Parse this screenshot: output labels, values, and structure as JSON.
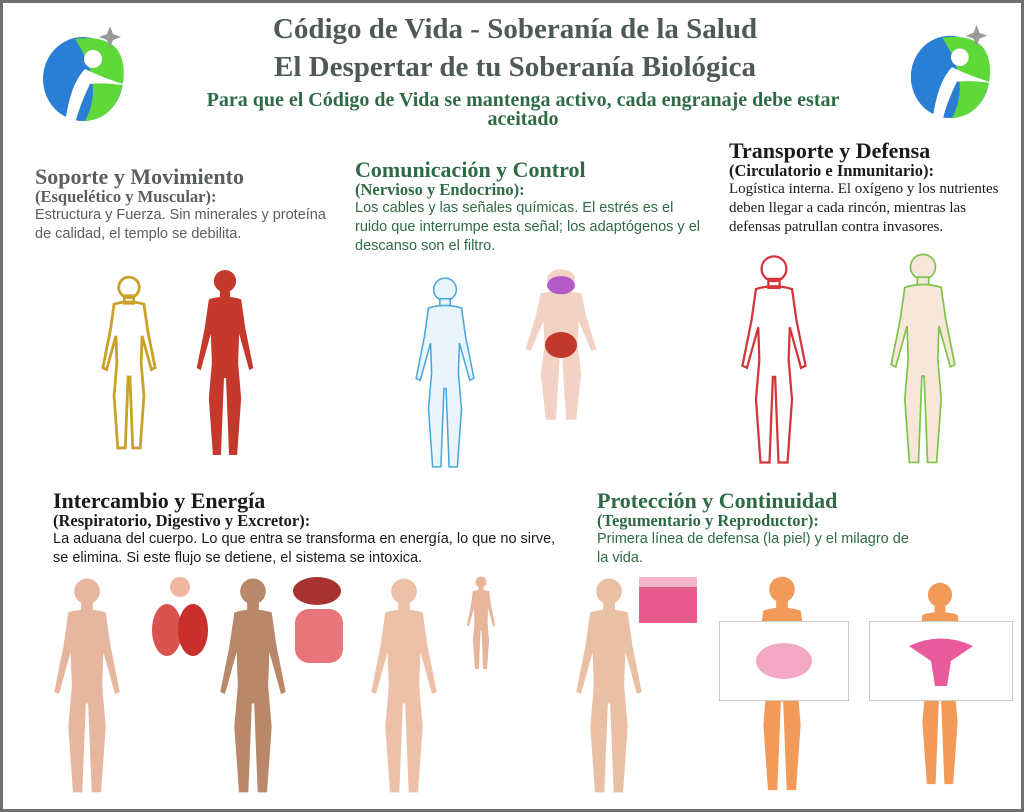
{
  "header": {
    "title": "Código de Vida - Soberanía de la Salud",
    "subtitle": "El Despertar de tu Soberanía Biológica",
    "tagline": "Para que el Código de Vida se mantenga activo, cada engranaje debe estar aceitado"
  },
  "colors": {
    "title": "#4f5955",
    "green": "#2f6a47",
    "logo_blue": "#2a7fd4",
    "logo_green": "#5fd93a",
    "frame": "#6f6f6f"
  },
  "logo_icon": "runner-logo-icon",
  "sections": [
    {
      "title": "Soporte y Movimiento",
      "subtitle": "(Esquelético y Muscular):",
      "text": "Estructura y Fuerza. Sin minerales y proteína de calidad, el templo se debilita."
    },
    {
      "title": "Comunicación y Control",
      "subtitle": "(Nervioso y Endocrino):",
      "text": "Los cables y las señales químicas. El estrés es el ruido que interrumpe esta señal; los adaptógenos y el descanso son el filtro."
    },
    {
      "title": "Transporte y Defensa",
      "subtitle": "(Circulatorio e Inmunitario):",
      "text": "Logística interna. El oxígeno y los nutrientes deben llegar a cada rincón, mientras las defensas patrullan contra invasores."
    },
    {
      "title": "Intercambio y Energía",
      "subtitle": "(Respiratorio, Digestivo y Excretor):",
      "text": "La aduana del cuerpo. Lo que entra se transforma en energía, lo que no sirve, se elimina. Si este flujo se detiene, el sistema se intoxica."
    },
    {
      "title": "Protección y Continuidad",
      "subtitle": "(Tegumentario y Reproductor):",
      "text": "Primera línea de defensa (la piel) y el milagro de la vida."
    }
  ]
}
